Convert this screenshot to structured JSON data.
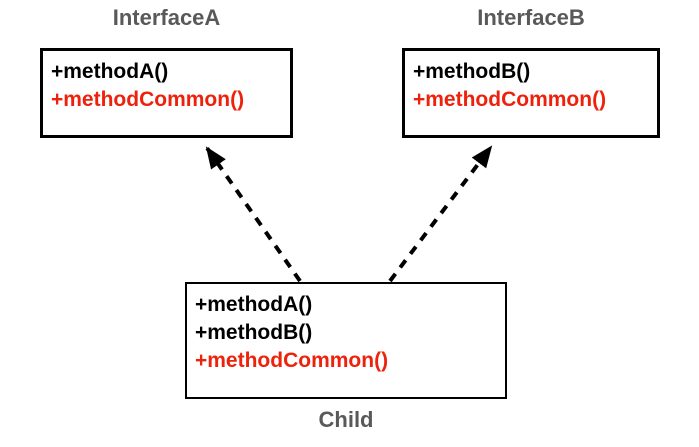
{
  "colors": {
    "title_gray": "#595959",
    "method_black": "#000000",
    "highlight_red": "#ee220c",
    "border_black": "#000000",
    "background": "#ffffff"
  },
  "interface_a": {
    "title": "InterfaceA",
    "methods": [
      {
        "label": "+methodA()",
        "color": "#000000"
      },
      {
        "label": "+methodCommon()",
        "color": "#ee220c"
      }
    ]
  },
  "interface_b": {
    "title": "InterfaceB",
    "methods": [
      {
        "label": "+methodB()",
        "color": "#000000"
      },
      {
        "label": "+methodCommon()",
        "color": "#ee220c"
      }
    ]
  },
  "child": {
    "title": "Child",
    "methods": [
      {
        "label": "+methodA()",
        "color": "#000000"
      },
      {
        "label": "+methodB()",
        "color": "#000000"
      },
      {
        "label": "+methodCommon()",
        "color": "#ee220c"
      }
    ]
  },
  "arrows": [
    {
      "name": "child-implements-interface-a",
      "style": "dashed",
      "from": "child",
      "to": "interface_a"
    },
    {
      "name": "child-implements-interface-b",
      "style": "dashed",
      "from": "child",
      "to": "interface_b"
    }
  ]
}
